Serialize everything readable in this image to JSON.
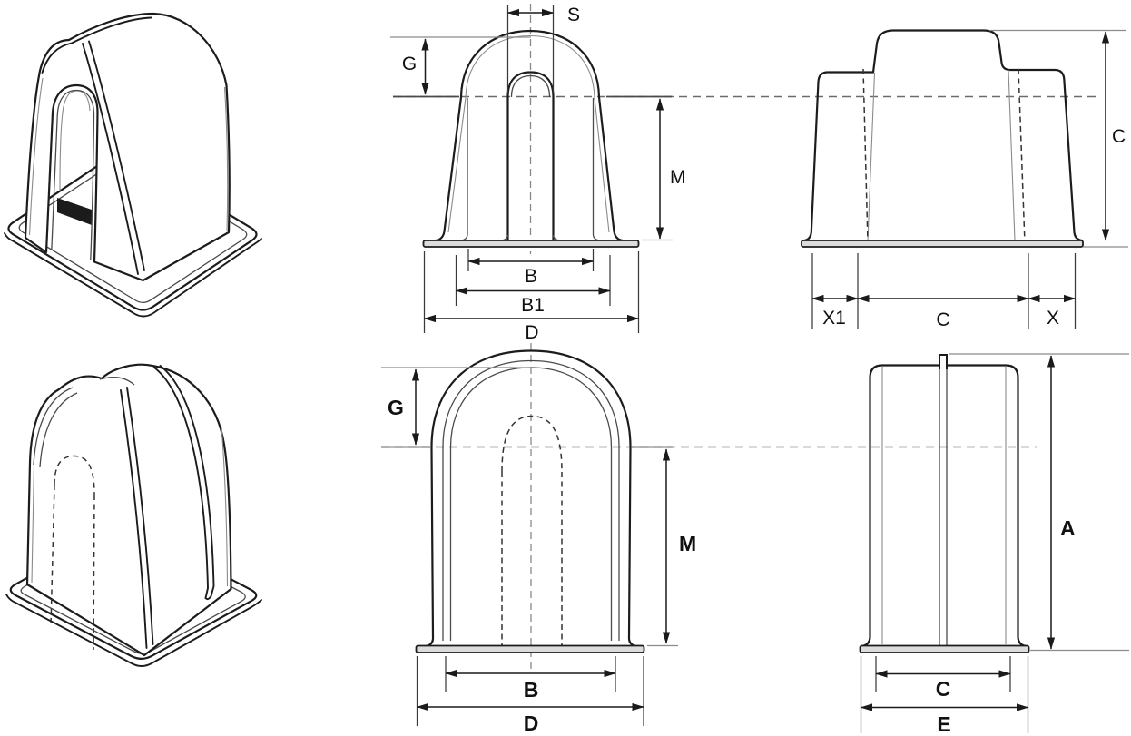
{
  "drawing": {
    "colors": {
      "background": "#ffffff",
      "line": "#1c1c1c",
      "dashed_reference": "#6b6b6b",
      "flange_fill": "#dcdcdc"
    },
    "front_top": {
      "s": "S",
      "g": "G",
      "m": "M",
      "b": "B",
      "b1": "B1",
      "d": "D"
    },
    "side_top": {
      "c_height": "C",
      "x1": "X1",
      "c_width": "C",
      "x": "X"
    },
    "front_bottom": {
      "g": "G",
      "m": "M",
      "b": "B",
      "d": "D"
    },
    "side_bottom": {
      "a": "A",
      "c": "C",
      "e": "E"
    }
  }
}
